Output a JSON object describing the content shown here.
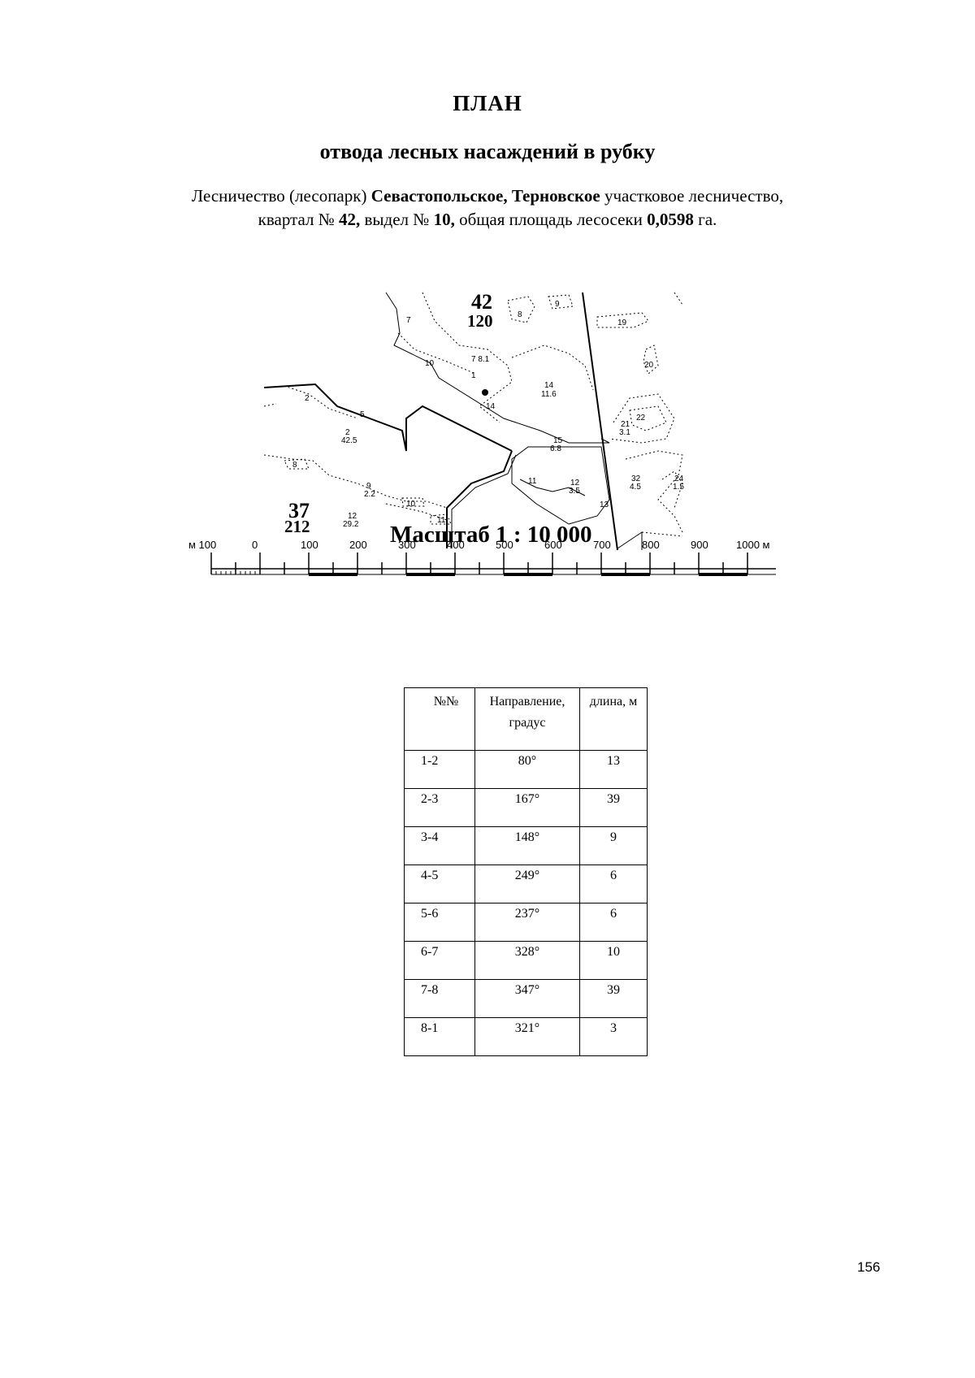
{
  "title": "ПЛАН",
  "subtitle": "отвода лесных насаждений в рубку",
  "info": {
    "line1_prefix": "Лесничество (лесопарк)",
    "forestry": "Севастопольское,",
    "district": "Терновское",
    "line1_suffix": "участковое лесничество,",
    "quarter_prefix": "квартал №",
    "quarter": "42,",
    "plot_prefix": "выдел №",
    "plot": "10,",
    "area_prefix": "общая площадь лесосеки",
    "area": "0,0598",
    "area_unit": "га."
  },
  "map": {
    "quarter_top": "42",
    "quarter_top_area": "120",
    "quarter_bottom": "37",
    "quarter_bottom_area": "212",
    "scale_label": "Масштаб 1 : 10 000",
    "scale_ticks": [
      "м 100",
      "0",
      "100",
      "200",
      "300",
      "400",
      "500",
      "600",
      "700",
      "800",
      "900",
      "1000 м"
    ],
    "plots": {
      "p7": "7",
      "p8": "8",
      "p9": "9",
      "p19": "19",
      "p10": "10",
      "p7_81": "7\n8.1",
      "p20": "20",
      "p14a": "14",
      "p14b": "14",
      "p14_area": "11.6",
      "p2": "2",
      "p5": "5",
      "p22": "22",
      "p21": "21",
      "p21_area": "3.1",
      "p2_num": "2",
      "p2_area": "42.5",
      "p15": "15",
      "p15_area": "6.8",
      "p8b": "8",
      "p32": "32",
      "p32_area": "4.5",
      "p24": "24",
      "p24_area": "1.5",
      "p9b": "9",
      "p9b_area": "2.2",
      "p11": "11",
      "p12a": "12",
      "p12a_area": "3.5",
      "p10b": "10",
      "p13": "13",
      "p12b": "12",
      "p12b_area": "29.2",
      "p11b": "11",
      "n1": "1"
    }
  },
  "table": {
    "headers": [
      "№№",
      "Направление, градус",
      "длина, м"
    ],
    "rows": [
      [
        "1-2",
        "80°",
        "13"
      ],
      [
        "2-3",
        "167°",
        "39"
      ],
      [
        "3-4",
        "148°",
        "9"
      ],
      [
        "4-5",
        "249°",
        "6"
      ],
      [
        "5-6",
        "237°",
        "6"
      ],
      [
        "6-7",
        "328°",
        "10"
      ],
      [
        "7-8",
        "347°",
        "39"
      ],
      [
        "8-1",
        "321°",
        "3"
      ]
    ]
  },
  "page_number": "156"
}
